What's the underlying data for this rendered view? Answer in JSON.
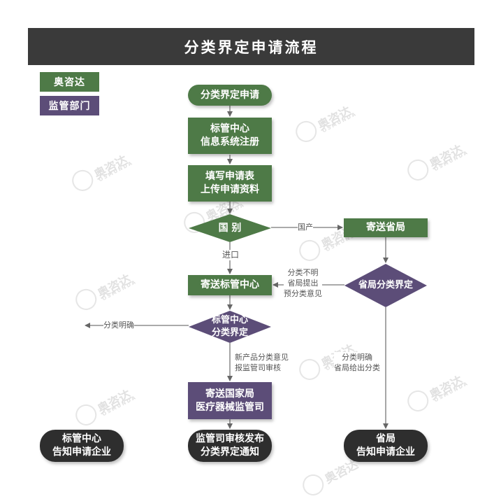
{
  "title": "分类界定申请流程",
  "legend": {
    "company": "奥咨达",
    "regulator": "监管部门"
  },
  "watermark": {
    "brand": "奥咨达",
    "sub": "OSMUNDA"
  },
  "nodes": {
    "start": "分类界定申请",
    "step1": [
      "标管中心",
      "信息系统注册"
    ],
    "step2": [
      "填写申请表",
      "上传申请资料"
    ],
    "decision_country": "国 别",
    "send_province": "寄送省局",
    "send_center": "寄送标管中心",
    "decision_province": "省局分类界定",
    "decision_center": [
      "标管中心",
      "分类界定"
    ],
    "send_national": [
      "寄送国家局",
      "医疗器械监管司"
    ],
    "end_center": [
      "标管中心",
      "告知申请企业"
    ],
    "end_national": [
      "监管司审核发布",
      "分类界定通知"
    ],
    "end_province": [
      "省局",
      "告知申请企业"
    ]
  },
  "edges": {
    "domestic": "国产",
    "import": "进口",
    "province_unclear": [
      "分类不明",
      "省局提出",
      "预分类意见"
    ],
    "center_clear": "分类明确",
    "new_product": [
      "新产品分类意见",
      "报监管司审核"
    ],
    "province_clear": [
      "分类明确",
      "省局给出分类"
    ]
  },
  "colors": {
    "company": "#4e7a47",
    "regulator": "#5c4d78",
    "terminal": "#2e2e2e",
    "header": "#3a3a3a",
    "arrow": "#666666"
  }
}
